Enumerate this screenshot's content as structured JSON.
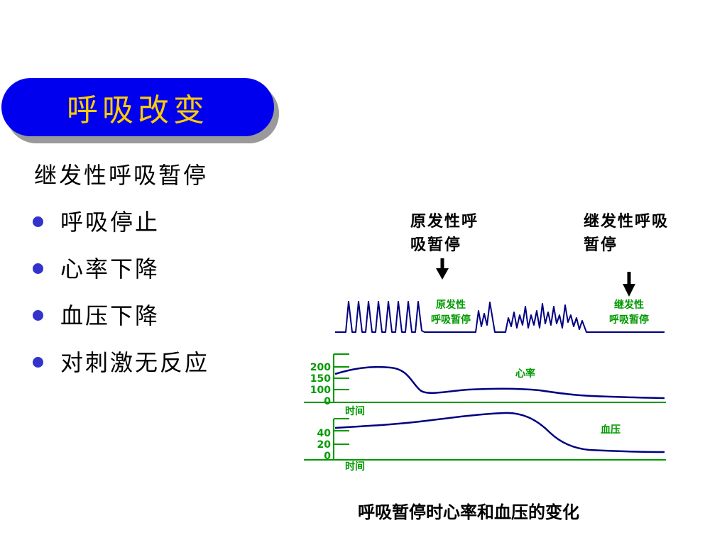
{
  "title": "呼吸改变",
  "subhead": "继发性呼吸暂停",
  "bullets": [
    "呼吸停止",
    "心率下降",
    "血压下降",
    "对刺激无反应"
  ],
  "annotations": {
    "primary": {
      "line1": "原发性呼",
      "line2": "吸暂停"
    },
    "secondary": {
      "line1": "继发性呼吸",
      "line2": "暂停"
    }
  },
  "diagram": {
    "primary_label": {
      "line1": "原发性",
      "line2": "呼吸暂停"
    },
    "secondary_label": {
      "line1": "继发性",
      "line2": "呼吸暂停"
    },
    "heart_rate": {
      "label": "心率",
      "ticks": [
        "200",
        "150",
        "100",
        "0"
      ],
      "x_label": "时间"
    },
    "blood_pressure": {
      "label": "血压",
      "ticks": [
        "40",
        "20",
        "0"
      ],
      "x_label": "时间"
    }
  },
  "caption": "呼吸暂停时心率和血压的变化",
  "colors": {
    "title_bg": "#0000ee",
    "title_text": "#ffcc00",
    "trace": "#000080",
    "axis": "#009900",
    "bullet": "#3333cc"
  }
}
